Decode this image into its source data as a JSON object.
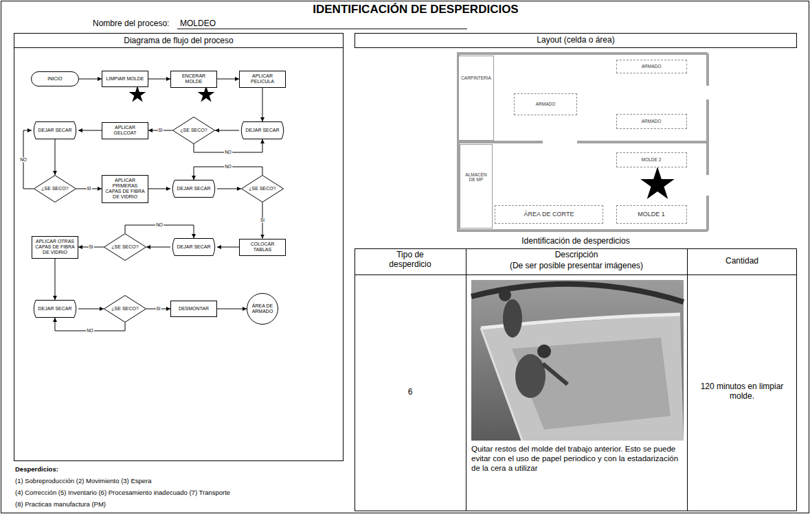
{
  "diagram": {
    "title": "IDENTIFICACIÓN DE DESPERDICIOS",
    "nodes": [
      {
        "text": [
          "Diagrama de flujo del proceso"
        ]
      },
      {
        "text": [
          "INICIO"
        ],
        "in": 0
      },
      {
        "text": [
          "LIMPIAR MOLDE"
        ],
        "in": 0
      },
      {
        "text": [
          "ENCERAR MOLDE"
        ],
        "in": 0
      },
      {
        "text": [
          "APLICAR PELICULA"
        ],
        "in": 0
      },
      {
        "text": [
          "DEJAR SECAR"
        ],
        "in": 0
      },
      {
        "text": [
          "APLICAR GELCOAT"
        ],
        "in": 0
      },
      {
        "text": [
          "¿SE SECO?"
        ],
        "in": 0
      },
      {
        "text": [
          "DEJAR SECAR"
        ],
        "in": 0
      },
      {
        "text": [
          "¿SE SECO?"
        ],
        "in": 0
      },
      {
        "text": [
          "APLICAR PRIMERAS CAPAS DE FIBRA DE VIDRIO"
        ],
        "in": 0
      },
      {
        "text": [
          "DEJAR SECAR"
        ],
        "in": 0
      },
      {
        "text": [
          "¿SE SECO?"
        ],
        "in": 0
      },
      {
        "text": [
          "APLICAR OTRAS CAPAS DE FIBRA DE VIDRIO"
        ],
        "in": 0
      },
      {
        "text": [
          "¿SE SECO?"
        ],
        "in": 0
      },
      {
        "text": [
          "DEJAR SECAR"
        ],
        "in": 0
      },
      {
        "text": [
          "COLOCAR TABLAS"
        ],
        "in": 0
      },
      {
        "text": [
          "DEJAR SECAR"
        ],
        "in": 0
      },
      {
        "text": [
          "¿SE SECO?"
        ],
        "in": 0
      },
      {
        "text": [
          "DESMONTAR"
        ],
        "in": 0
      },
      {
        "text": [
          "ÁREA DE ARMADO"
        ],
        "in": 0
      },
      {
        "text": [
          "Layout (celda o área)"
        ]
      },
      {
        "text": [
          "ARMADO"
        ]
      },
      {
        "text": [
          "CARPINTERIA"
        ]
      },
      {
        "text": [
          "ARMADO"
        ]
      },
      {
        "text": [
          "ARMADO"
        ]
      },
      {
        "text": [
          "ALMACÉN DE MP"
        ]
      },
      {
        "text": [
          "MOLDE 2"
        ]
      },
      {
        "text": [
          "ÁREA DE CORTE"
        ]
      },
      {
        "text": [
          "MOLDE 1"
        ]
      }
    ],
    "edges": [
      {
        "from": 1,
        "to": 2,
        "arrow": "to"
      },
      {
        "from": 2,
        "to": 3,
        "arrow": "to"
      },
      {
        "from": 3,
        "to": 4,
        "arrow": "to"
      },
      {
        "from": 4,
        "to": 8,
        "arrow": "to"
      },
      {
        "from": 8,
        "to": 7,
        "arrow": "to"
      },
      {
        "from": 7,
        "to": 6,
        "label": "SI",
        "arrow": "to"
      },
      {
        "from": 7,
        "to": 8,
        "label": "NO",
        "arrow": "to"
      },
      {
        "from": 6,
        "to": 5,
        "arrow": "to"
      },
      {
        "from": 5,
        "to": 9,
        "arrow": "to"
      },
      {
        "from": 9,
        "to": 5,
        "label": "NO",
        "arrow": "to"
      },
      {
        "from": 9,
        "to": 10,
        "label": "SI",
        "arrow": "to"
      },
      {
        "from": 10,
        "to": 11,
        "arrow": "to"
      },
      {
        "from": 11,
        "to": 12,
        "arrow": "to"
      },
      {
        "from": 12,
        "to": 11,
        "label": "NO",
        "arrow": "to"
      },
      {
        "from": 12,
        "to": 16,
        "label": "SI",
        "arrow": "to"
      },
      {
        "from": 16,
        "to": 15,
        "arrow": "to"
      },
      {
        "from": 15,
        "to": 14,
        "arrow": "to"
      },
      {
        "from": 14,
        "to": 15,
        "label": "NO",
        "arrow": "to"
      },
      {
        "from": 14,
        "to": 13,
        "label": "SI",
        "arrow": "to"
      },
      {
        "from": 13,
        "to": 17,
        "arrow": "to"
      },
      {
        "from": 17,
        "to": 18,
        "arrow": "to"
      },
      {
        "from": 18,
        "to": 17,
        "label": "NO",
        "arrow": "to"
      },
      {
        "from": 18,
        "to": 19,
        "label": "SI",
        "arrow": "to"
      },
      {
        "from": 19,
        "to": 20,
        "arrow": "to"
      }
    ],
    "labels": [
      "Nombre del proceso:",
      "MOLDEO",
      "Identificación de desperdicios",
      "Tipo de desperdicio",
      "Descripción",
      "(De ser posible presentar imágenes)",
      "Cantidad",
      "6",
      "Quitar restos del molde del trabajo anterior. Esto se puede evitar con el uso de papel periodico y con la estadarización de la cera a utilizar",
      "120 minutos en limpiar molde.",
      "Desperdicios:",
      "(1) Sobreproducción (2) Movimiento (3) Espera",
      "(4) Corrección (5) Inventario (6) Procesamiento inadecuado (7) Transporte",
      "(8) Practicas manufactura (PM)"
    ]
  }
}
